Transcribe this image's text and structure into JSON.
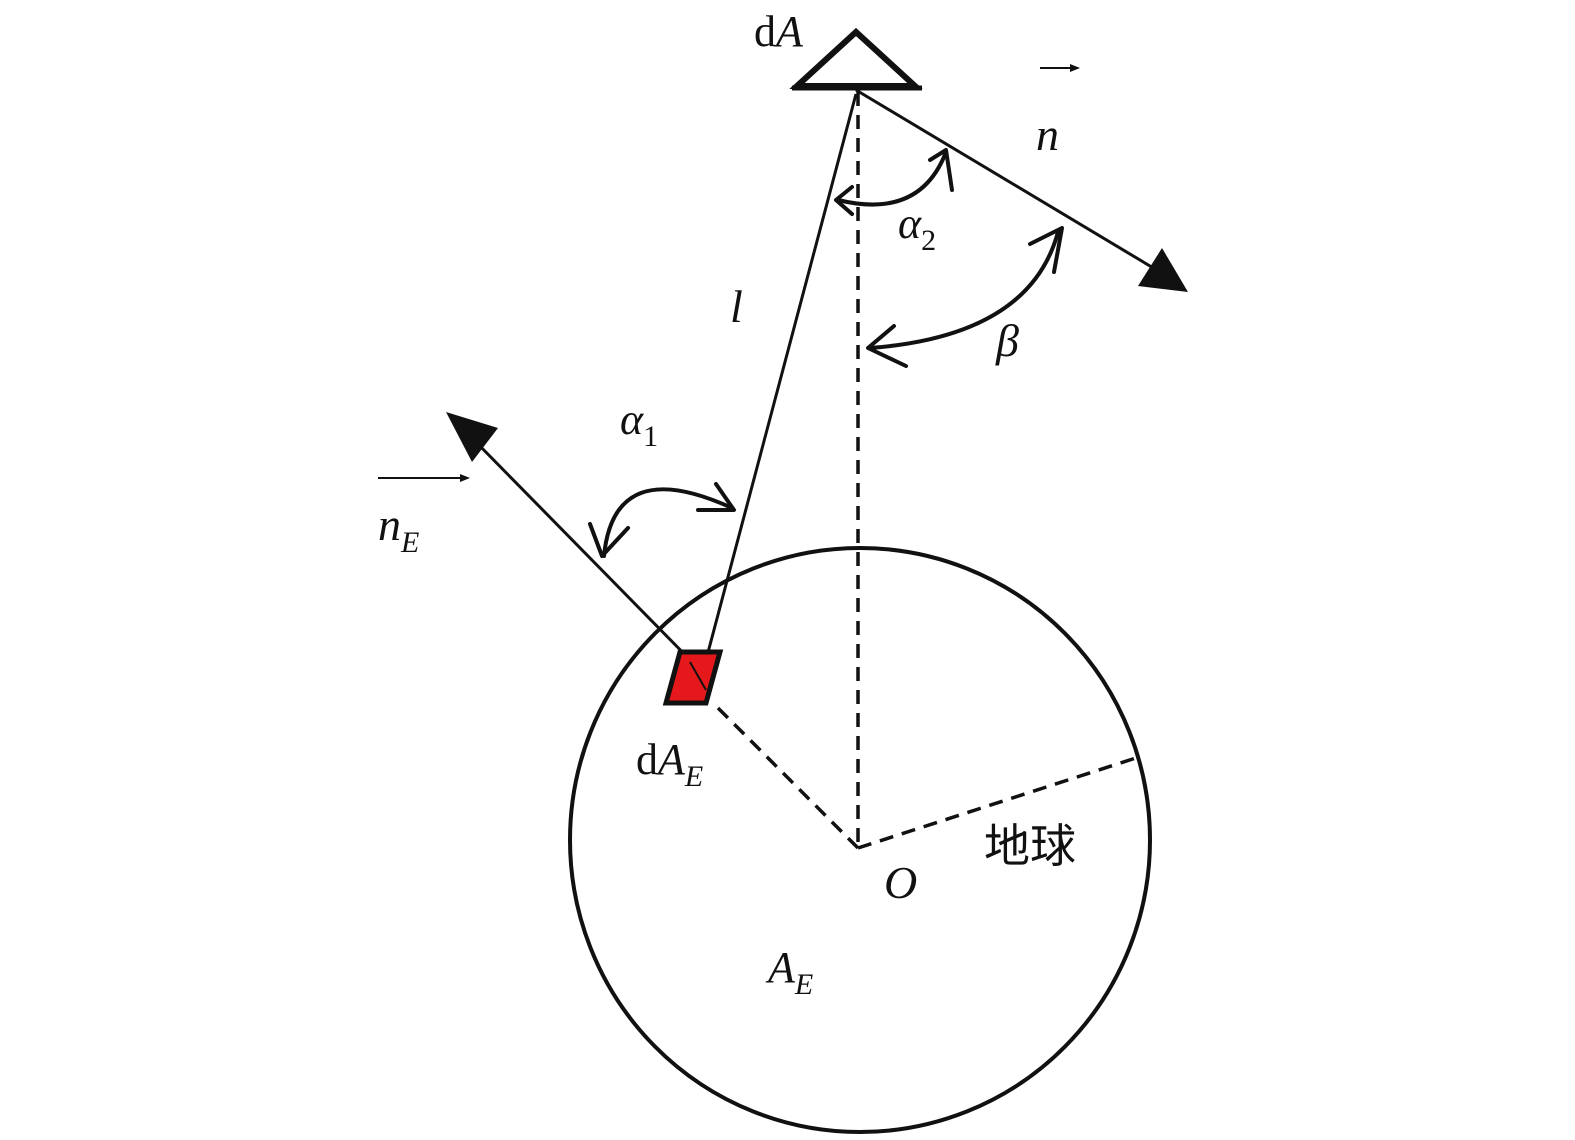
{
  "labels": {
    "satellite_d": "d",
    "satellite_A": "A",
    "normal_n": "n",
    "angle_alpha2": "α",
    "angle_alpha2_sub": "2",
    "angle_beta": "β",
    "line_l": "l",
    "angle_alpha1": "α",
    "angle_alpha1_sub": "1",
    "normal_nE": "n",
    "normal_nE_sub": "E",
    "surface_d": "d",
    "surface_A": "A",
    "surface_sub": "E",
    "earth_name": "地球",
    "center": "O",
    "area_A": "A",
    "area_sub": "E"
  },
  "colors": {
    "surface_element": "#e5191c",
    "stroke": "#111111"
  }
}
